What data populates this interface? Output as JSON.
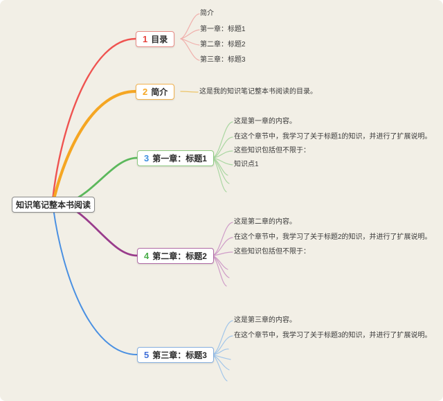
{
  "canvas": {
    "background": "#f2efe6"
  },
  "root": {
    "label": "知识笔记整本书阅读"
  },
  "branches": [
    {
      "number": "1",
      "label": "目录",
      "line_color": "#ef5350",
      "number_color": "#e5423c",
      "children": [
        "简介",
        "第一章：标题1",
        "第二章：标题2",
        "第三章：标题3"
      ]
    },
    {
      "number": "2",
      "label": "简介",
      "line_color": "#f5a623",
      "number_color": "#f5a623",
      "children": [
        "这是我的知识笔记整本书阅读的目录。"
      ]
    },
    {
      "number": "3",
      "label": "第一章：标题1",
      "line_color": "#5cb85c",
      "number_color": "#3f8fe0",
      "children": [
        "这是第一章的内容。",
        "在这个章节中，我学习了关于标题1的知识，并进行了扩展说明。",
        "这些知识包括但不限于：",
        "知识点1"
      ]
    },
    {
      "number": "4",
      "label": "第二章：标题2",
      "line_color": "#993c8c",
      "number_color": "#4cae4c",
      "children": [
        "这是第二章的内容。",
        "在这个章节中，我学习了关于标题2的知识，并进行了扩展说明。",
        "这些知识包括但不限于："
      ]
    },
    {
      "number": "5",
      "label": "第三章：标题3",
      "line_color": "#4a90e2",
      "number_color": "#3f6fd8",
      "children": [
        "这是第三章的内容。",
        "在这个章节中，我学习了关于标题3的知识，并进行了扩展说明。"
      ]
    }
  ]
}
